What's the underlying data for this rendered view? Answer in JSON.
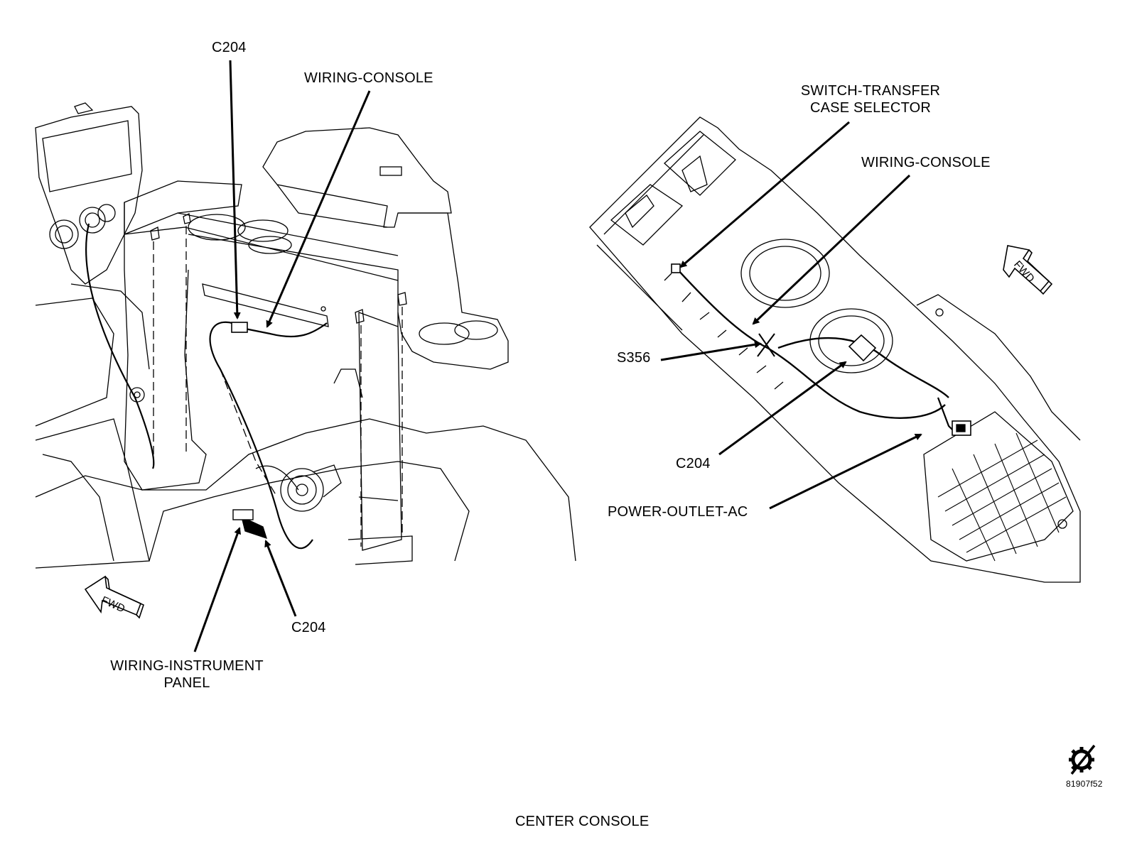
{
  "title": "CENTER CONSOLE",
  "figure_id": "81907f52",
  "left_view": {
    "labels": {
      "c204_top": "C204",
      "wiring_console": "WIRING-CONSOLE",
      "c204_bottom": "C204",
      "wiring_instrument_line1": "WIRING-INSTRUMENT",
      "wiring_instrument_line2": "PANEL"
    },
    "fwd": "FWD"
  },
  "right_view": {
    "labels": {
      "switch_line1": "SWITCH-TRANSFER",
      "switch_line2": "CASE SELECTOR",
      "wiring_console": "WIRING-CONSOLE",
      "s356": "S356",
      "c204": "C204",
      "power_outlet": "POWER-OUTLET-AC"
    },
    "fwd": "FWD"
  },
  "icons": [
    "leader-arrow",
    "fwd-arrow-icon",
    "service-gear-icon"
  ]
}
